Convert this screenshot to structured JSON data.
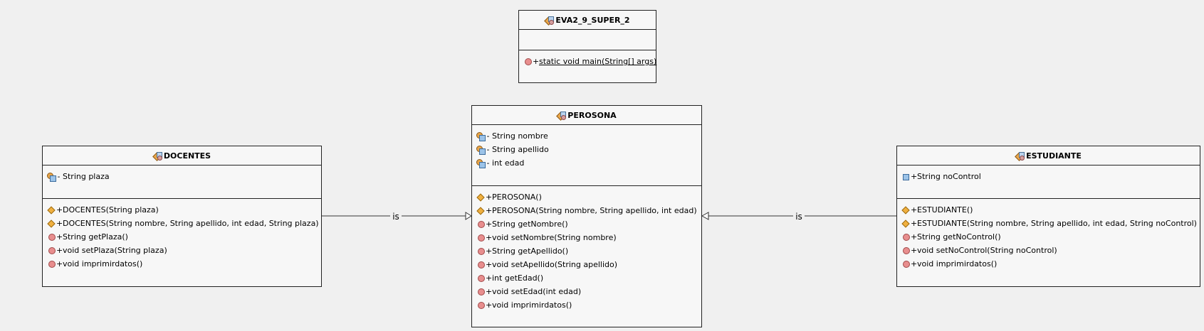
{
  "classes": {
    "main": {
      "name": "EVA2_9_SUPER_2",
      "attributes": [],
      "methods": [
        {
          "vis": "+",
          "text": "static void main(String[] args)",
          "icon": "method-icon",
          "static": true
        }
      ]
    },
    "persona": {
      "name": "PEROSONA",
      "attributes": [
        {
          "vis": "-",
          "text": "String nombre",
          "icon": "private-field-icon"
        },
        {
          "vis": "-",
          "text": "String apellido",
          "icon": "private-field-icon"
        },
        {
          "vis": "-",
          "text": "int edad",
          "icon": "private-field-icon"
        }
      ],
      "methods": [
        {
          "vis": "+",
          "text": "PEROSONA()",
          "icon": "constructor-icon"
        },
        {
          "vis": "+",
          "text": "PEROSONA(String nombre, String apellido, int edad)",
          "icon": "constructor-icon"
        },
        {
          "vis": "+",
          "text": "String getNombre()",
          "icon": "method-icon"
        },
        {
          "vis": "+",
          "text": "void setNombre(String nombre)",
          "icon": "method-icon"
        },
        {
          "vis": "+",
          "text": "String getApellido()",
          "icon": "method-icon"
        },
        {
          "vis": "+",
          "text": "void setApellido(String apellido)",
          "icon": "method-icon"
        },
        {
          "vis": "+",
          "text": "int getEdad()",
          "icon": "method-icon"
        },
        {
          "vis": "+",
          "text": "void setEdad(int edad)",
          "icon": "method-icon"
        },
        {
          "vis": "+",
          "text": "void imprimirdatos()",
          "icon": "method-icon"
        }
      ]
    },
    "docentes": {
      "name": "DOCENTES",
      "attributes": [
        {
          "vis": "-",
          "text": "String plaza",
          "icon": "private-field-icon"
        }
      ],
      "methods": [
        {
          "vis": "+",
          "text": "DOCENTES(String plaza)",
          "icon": "constructor-icon"
        },
        {
          "vis": "+",
          "text": "DOCENTES(String nombre, String apellido, int edad, String plaza)",
          "icon": "constructor-icon"
        },
        {
          "vis": "+",
          "text": "String getPlaza()",
          "icon": "method-icon"
        },
        {
          "vis": "+",
          "text": "void setPlaza(String plaza)",
          "icon": "method-icon"
        },
        {
          "vis": "+",
          "text": "void imprimirdatos()",
          "icon": "method-icon"
        }
      ]
    },
    "estudiante": {
      "name": "ESTUDIANTE",
      "attributes": [
        {
          "vis": "+",
          "text": "String noControl",
          "icon": "public-field-icon"
        }
      ],
      "methods": [
        {
          "vis": "+",
          "text": "ESTUDIANTE()",
          "icon": "constructor-icon"
        },
        {
          "vis": "+",
          "text": "ESTUDIANTE(String nombre, String apellido, int edad, String noControl)",
          "icon": "constructor-icon"
        },
        {
          "vis": "+",
          "text": "String getNoControl()",
          "icon": "method-icon"
        },
        {
          "vis": "+",
          "text": "void setNoControl(String noControl)",
          "icon": "method-icon"
        },
        {
          "vis": "+",
          "text": "void imprimirdatos()",
          "icon": "method-icon"
        }
      ]
    }
  },
  "relations": [
    {
      "from": "docentes",
      "to": "persona",
      "label": "is"
    },
    {
      "from": "estudiante",
      "to": "persona",
      "label": "is"
    }
  ]
}
